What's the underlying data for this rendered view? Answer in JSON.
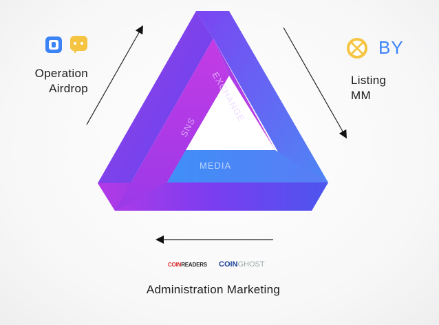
{
  "left_label": {
    "line1": "Operation",
    "line2": "Airdrop"
  },
  "right_label": {
    "line1": "Listing",
    "line2": "MM"
  },
  "right_logo_text": "BY",
  "bottom_label": "Administration Marketing",
  "triangle_labels": {
    "left_side": "SNS",
    "right_side": "EXCHANGE",
    "bottom_side": "MEDIA"
  },
  "bottom_logos": {
    "coinreaders_a": "COIN",
    "coinreaders_b": "READERS",
    "coinghost_a": "COIN",
    "coinghost_b": "GHOST"
  },
  "colors": {
    "purple": "#7a3cf0",
    "violet": "#a33be8",
    "magenta": "#c03be4",
    "blue": "#3f8ff7",
    "indigo": "#5a4cf0",
    "logo_blue": "#3b83f6",
    "logo_yellow": "#f5c542"
  }
}
